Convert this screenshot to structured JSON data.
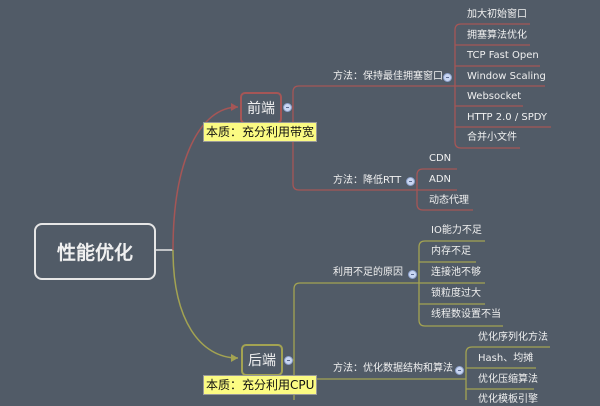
{
  "root": {
    "label": "性能优化"
  },
  "colors": {
    "background": "#515b67",
    "frontend_branch": "#a55656",
    "backend_branch": "#a3a352",
    "note": "#fbfb83"
  },
  "frontend": {
    "label": "前端",
    "note": "本质：充分利用带宽",
    "methods": [
      {
        "label": "方法：保持最佳拥塞窗口",
        "items": [
          "加大初始窗口",
          "拥塞算法优化",
          "TCP Fast Open",
          "Window Scaling",
          "Websocket",
          "HTTP 2.0 / SPDY",
          "合并小文件"
        ]
      },
      {
        "label": "方法：降低RTT",
        "items": [
          "CDN",
          "ADN",
          "动态代理"
        ]
      }
    ]
  },
  "backend": {
    "label": "后端",
    "note": "本质：充分利用CPU",
    "methods": [
      {
        "label": "利用不足的原因",
        "items": [
          "IO能力不足",
          "内存不足",
          "连接池不够",
          "锁粒度过大",
          "线程数设置不当"
        ]
      },
      {
        "label": "方法：优化数据结构和算法",
        "items": [
          "优化序列化方法",
          "Hash、均摊",
          "优化压缩算法",
          "优化模板引擎"
        ]
      }
    ]
  }
}
